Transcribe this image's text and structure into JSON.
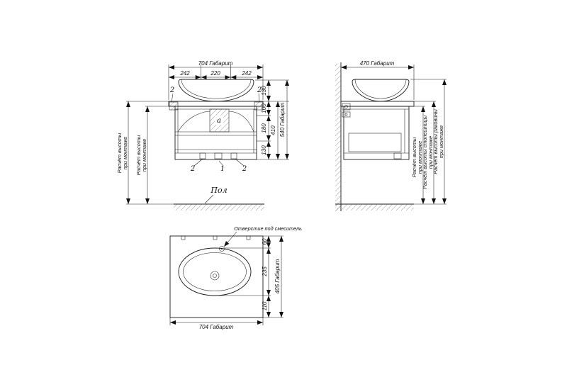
{
  "front": {
    "dim_total_width": "704 Габарит",
    "dim_w1": "242",
    "dim_w2": "220",
    "dim_w3": "242",
    "dim_h_sink": "130",
    "dim_h_top": "100",
    "dim_h_mid": "180",
    "dim_h_bottom": "130",
    "dim_h_cabinet": "410",
    "dim_h_total": "540 Габарит",
    "callout_top_left": "2",
    "callout_top_right": "2",
    "callout_bottom_left": "2",
    "callout_bottom_center": "1",
    "callout_bottom_right": "2",
    "label_section": "a",
    "floor_label": "Пол",
    "mount_note_outer_line1": "Расчёт высоты",
    "mount_note_outer_line2": "при монтаже",
    "mount_note_inner_line1": "Расчёт высоты",
    "mount_note_inner_line2": "при монтаже"
  },
  "side": {
    "dim_total_depth": "470 Габарит",
    "mount_note_line1": "Расчёт высоты",
    "mount_note_line2": "при монтаже",
    "counter_note_line1": "Расчёт высоты столешницы",
    "counter_note_line2": "при монтаже",
    "basin_note_line1": "Расчёт высоты раковины",
    "basin_note_line2": "при монтаже"
  },
  "top": {
    "faucet_note": "Отверстие под смеситель",
    "dim_d1": "60",
    "dim_d2": "235",
    "dim_d3": "110",
    "dim_total_depth": "405 Габарит",
    "dim_total_width": "704 Габарит"
  },
  "colors": {
    "line": "#1a1a1a",
    "background": "#ffffff"
  }
}
